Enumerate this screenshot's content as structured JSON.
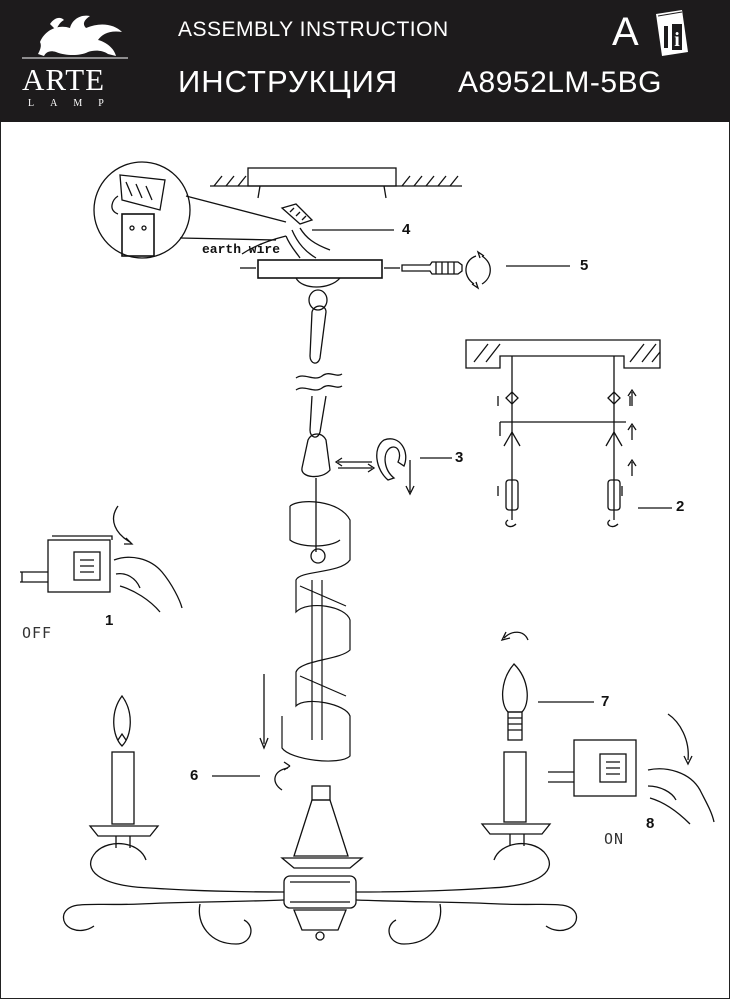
{
  "header": {
    "brand": "ARTE",
    "brand_sub": "LAMP",
    "title_en": "ASSEMBLY INSTRUCTION",
    "title_ru": "ИНСТРУКЦИЯ",
    "doc_letter": "A",
    "model": "A8952LM-5BG"
  },
  "labels": {
    "earth_wire": "earth wire",
    "off": "OFF",
    "on": "ON"
  },
  "steps": [
    "1",
    "2",
    "3",
    "4",
    "5",
    "6",
    "7",
    "8"
  ],
  "colors": {
    "header_bg": "#1d1b1c",
    "ink": "#111111"
  }
}
